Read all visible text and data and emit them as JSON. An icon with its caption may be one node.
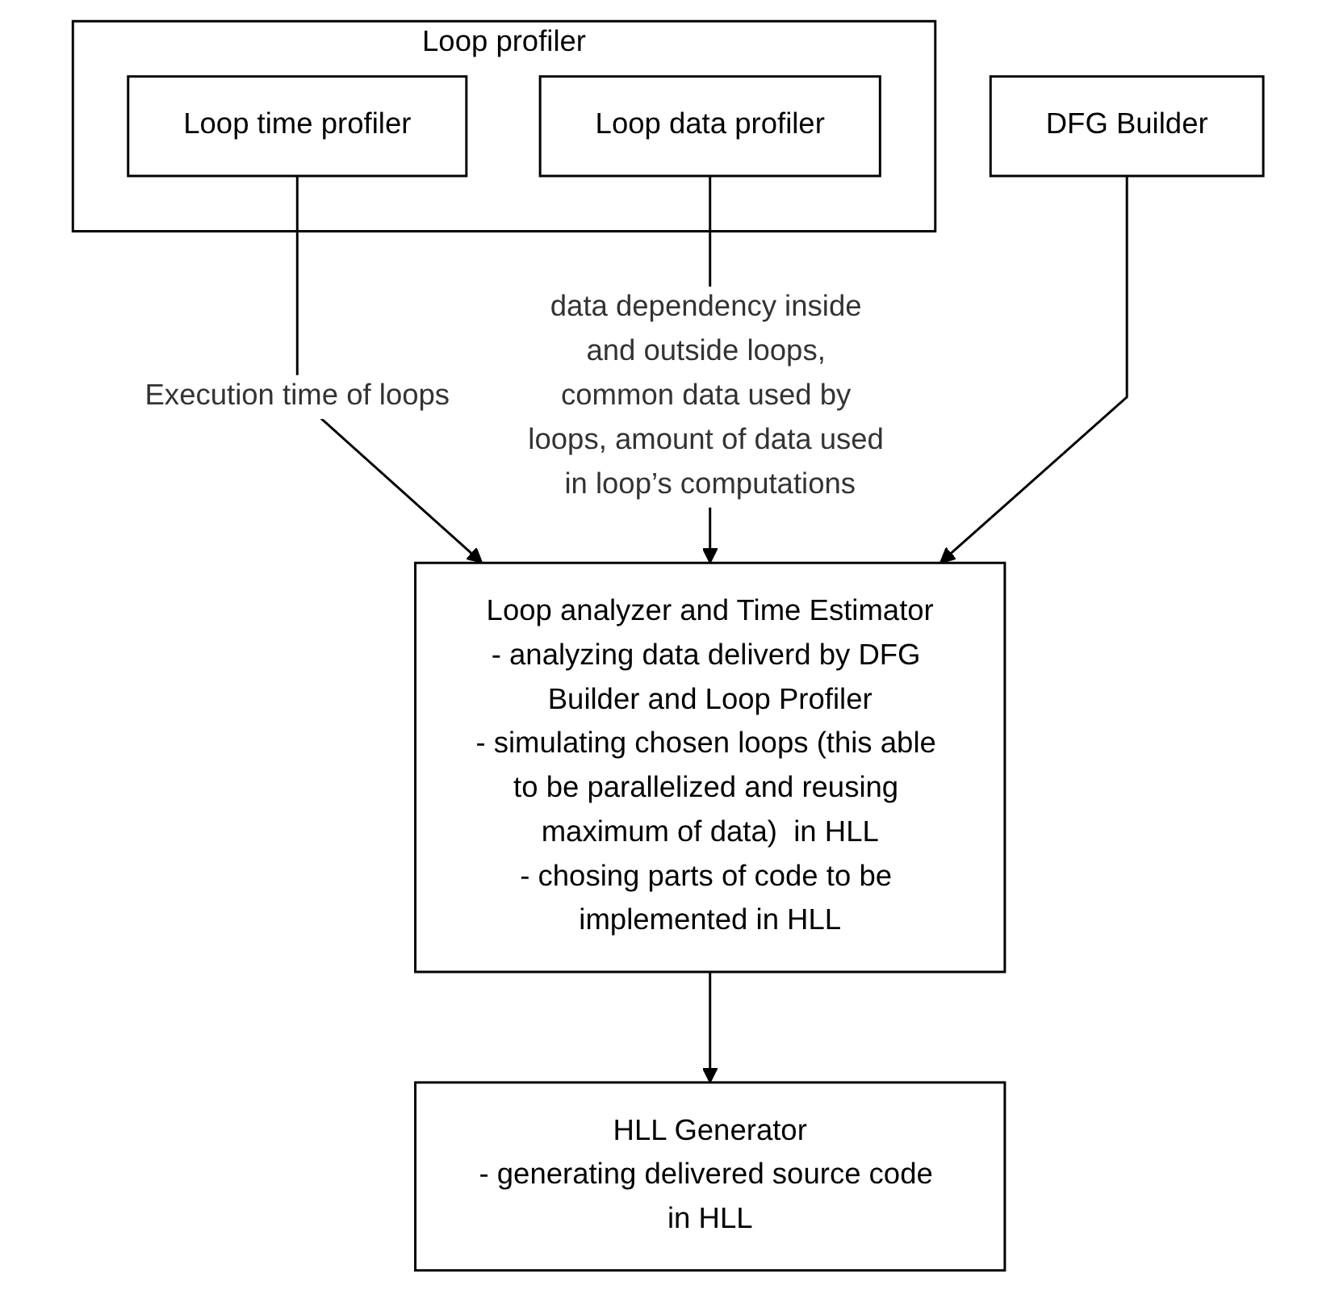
{
  "diagram": {
    "nodes": [
      {
        "text": [
          "Loop profiler"
        ]
      },
      {
        "text": [
          "Loop time profiler"
        ],
        "in": 0
      },
      {
        "text": [
          "Loop data profiler"
        ],
        "in": 0
      },
      {
        "text": [
          "DFG Builder"
        ]
      },
      {
        "text": [
          "Loop analyzer and Time Estimator",
          "- analyzing data deliverd by DFG Builder and Loop Profiler",
          "- simulating chosen loops (this able to be parallelized and reusing maximum of data)  in HLL",
          "- chosing parts of code to be implemented in HLL"
        ]
      },
      {
        "text": [
          "HLL Generator",
          "- generating delivered source code in HLL"
        ]
      }
    ],
    "edges": [
      {
        "from": 1,
        "to": 4,
        "arrow": "to",
        "label": "Execution time of  loops"
      },
      {
        "from": 2,
        "to": 4,
        "arrow": "to",
        "label": "data dependency inside and outside loops, common data used by loops, amount of data used in loop’s computations"
      },
      {
        "from": 3,
        "to": 4,
        "arrow": "to"
      },
      {
        "from": 4,
        "to": 5,
        "arrow": "to"
      }
    ]
  }
}
